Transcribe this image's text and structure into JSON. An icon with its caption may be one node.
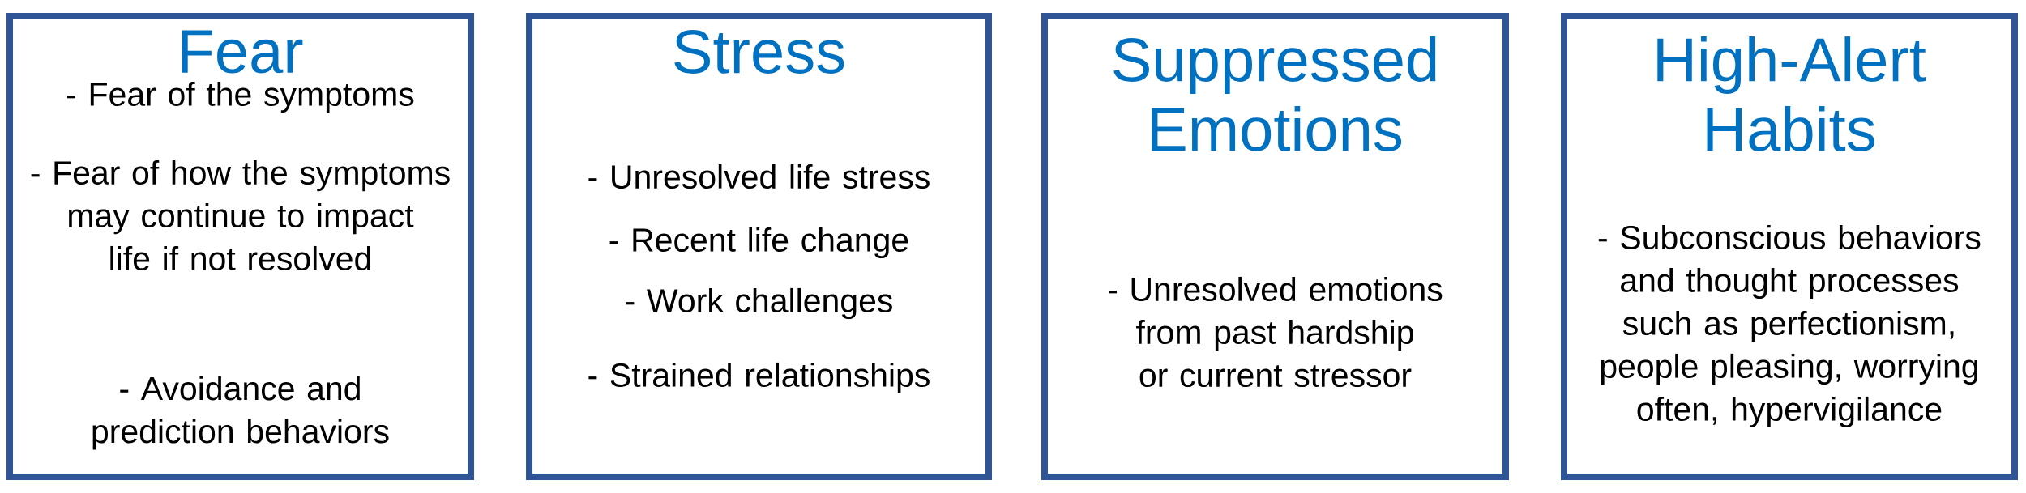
{
  "diagram": {
    "nodes": [
      {
        "text": [
          "Fear",
          "- Fear of the symptoms",
          "- Fear of how the symptoms may continue to impact life if not resolved",
          "- Avoidance and prediction behaviors"
        ]
      },
      {
        "text": [
          "Stress",
          "- Unresolved life stress",
          "- Recent life change",
          "- Work challenges",
          "- Strained relationships"
        ]
      },
      {
        "text": [
          "Suppressed Emotions",
          "- Unresolved emotions from past hardship or current stressor"
        ]
      },
      {
        "text": [
          "High-Alert Habits",
          "- Subconscious behaviors and thought processes such as perfectionism, people pleasing, worrying often, hypervigilance"
        ]
      }
    ]
  }
}
